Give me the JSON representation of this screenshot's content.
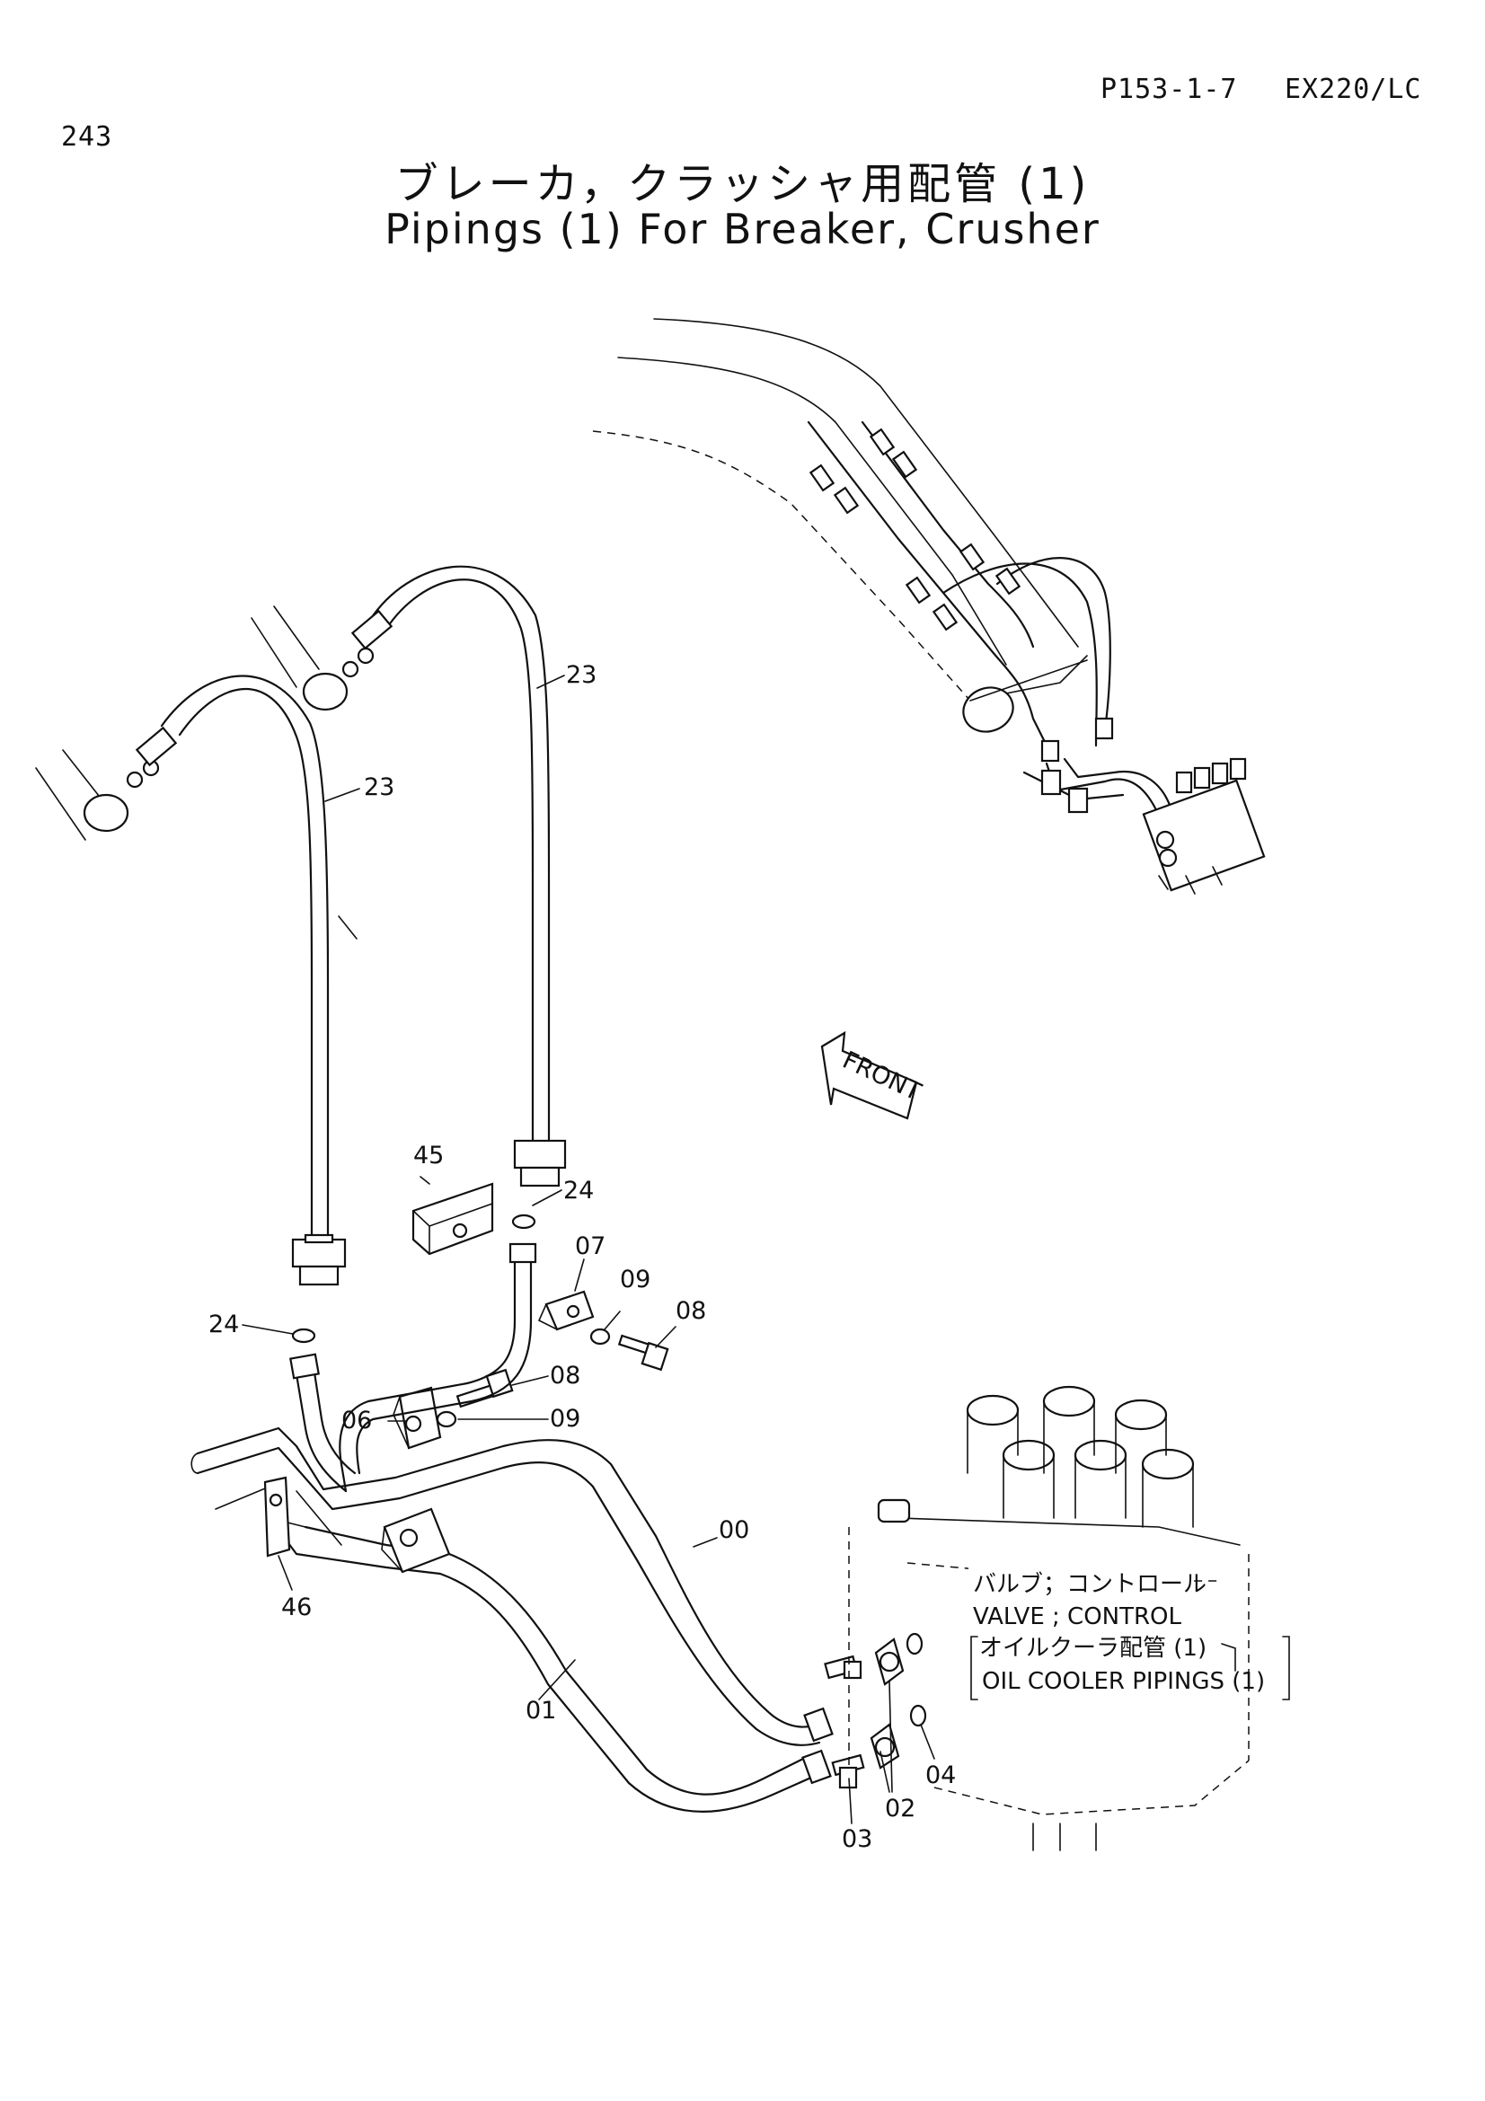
{
  "header": {
    "page_no": "243",
    "ref": "P153-1-7",
    "model": "EX220/LC"
  },
  "title": {
    "ja": "ブレーカ，クラッシャ用配管 (1)",
    "en": "Pipings (1) For Breaker, Crusher"
  },
  "front_label": "FRONT",
  "callouts": {
    "ja_valve": "バルブ；コントロール",
    "en_valve": "VALVE ; CONTROL",
    "ja_cooler": "オイルクーラ配管 (1)",
    "en_cooler": "OIL COOLER PIPINGS (1)"
  },
  "parts": {
    "p23a": "23",
    "p23b": "23",
    "p24a": "24",
    "p24b": "24",
    "p45": "45",
    "p07": "07",
    "p09a": "09",
    "p08a": "08",
    "p08b": "08",
    "p06": "06",
    "p09b": "09",
    "p46": "46",
    "p00": "00",
    "p01": "01",
    "p02": "02",
    "p03": "03",
    "p04": "04"
  }
}
